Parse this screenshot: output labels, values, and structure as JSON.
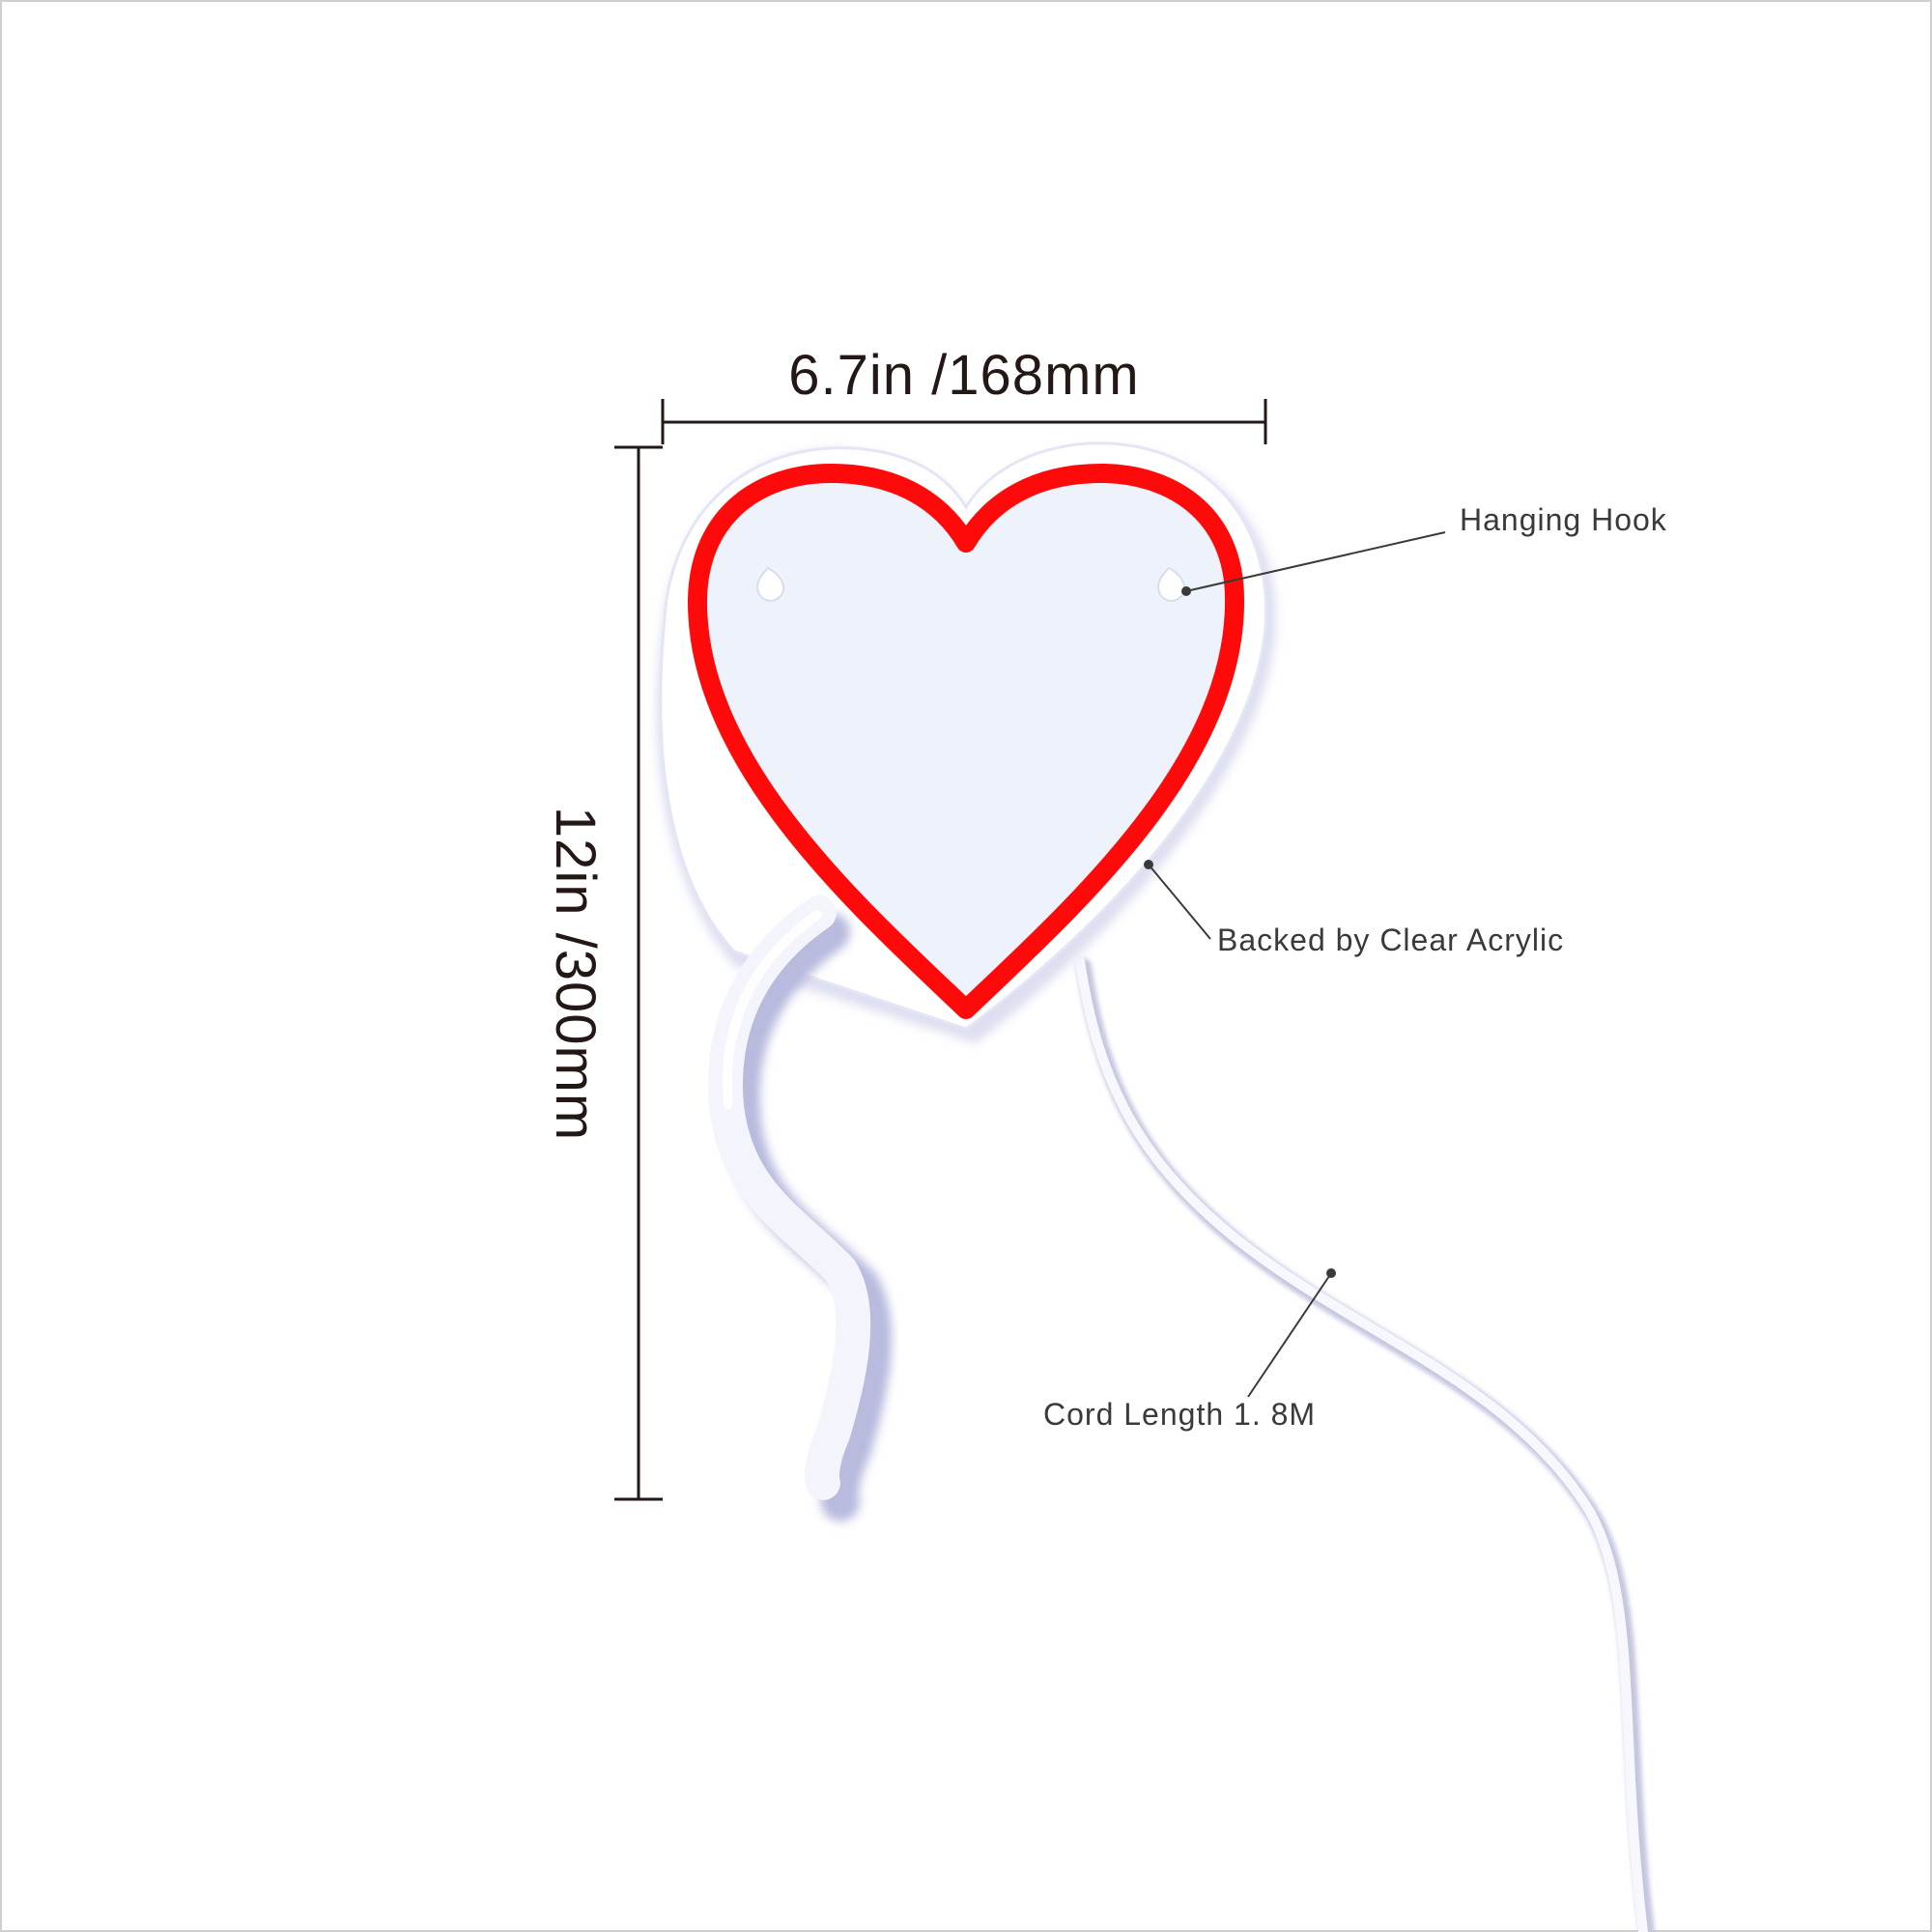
{
  "dimensions": {
    "width_label": "6.7in /168mm",
    "height_label": "12in /300mm"
  },
  "callouts": {
    "hanging_hook": "Hanging Hook",
    "backing": "Backed by Clear Acrylic",
    "cord": "Cord Length 1. 8M"
  },
  "colors": {
    "neon": "#ff0a0a",
    "acrylic_fill": "#eef2fb",
    "tube": "#f4f5fc",
    "tube_shadow": "#b9bbdc",
    "line": "#231815"
  }
}
